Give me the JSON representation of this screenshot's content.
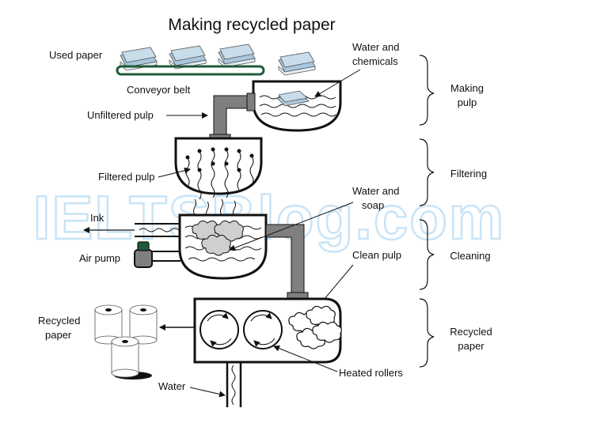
{
  "title": "Making recycled paper",
  "labels": {
    "used_paper": "Used paper",
    "conveyor_belt": "Conveyor belt",
    "water_and_chemicals": [
      "Water and",
      "chemicals"
    ],
    "unfiltered_pulp": "Unfiltered pulp",
    "filtered_pulp": "Filtered pulp",
    "water_and_soap": [
      "Water and",
      "soap"
    ],
    "ink": "Ink",
    "air_pump": "Air pump",
    "clean_pulp": "Clean pulp",
    "recycled_paper_left": [
      "Recycled",
      "paper"
    ],
    "heated_rollers": "Heated rollers",
    "water": "Water"
  },
  "stages": {
    "making_pulp": [
      "Making",
      "pulp"
    ],
    "filtering": "Filtering",
    "cleaning": "Cleaning",
    "recycled_paper": [
      "Recycled",
      "paper"
    ]
  },
  "watermark": "IELTSBlog.com",
  "colors": {
    "line": "#111111",
    "pipe": "#7f7f7f",
    "belt": "#1f5a3a",
    "paper": "#a9c7de",
    "watermark": "#c9e4f7"
  }
}
